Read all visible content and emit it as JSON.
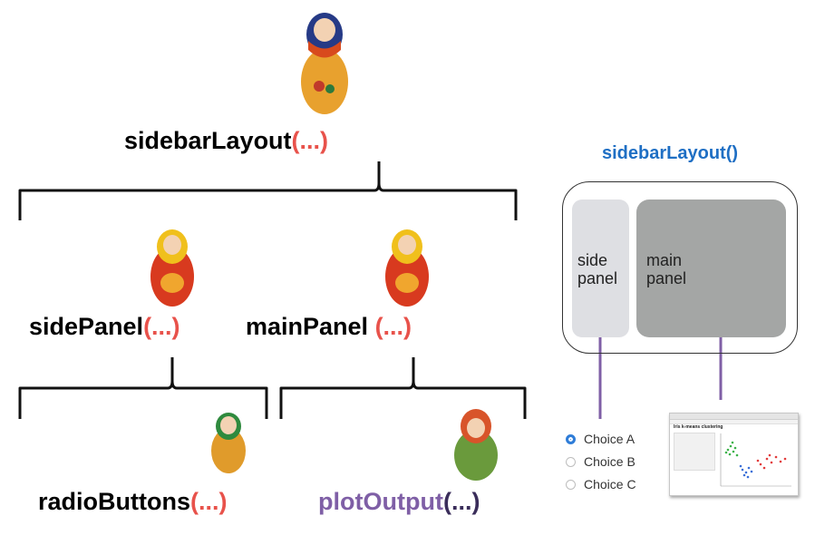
{
  "tree": {
    "root": {
      "name": "sidebarLayout",
      "paren": "(...)"
    },
    "left": {
      "name": "sidePanel",
      "paren": "(...)"
    },
    "right": {
      "name": "mainPanel ",
      "paren": "(...)"
    },
    "leaf_left": {
      "name": "radioButtons",
      "paren": "(...)"
    },
    "leaf_right": {
      "name": "plotOutput",
      "paren": "(...)"
    }
  },
  "layout_example": {
    "title": "sidebarLayout()",
    "side_label": "side\npanel",
    "main_label": "main\npanel",
    "radio_options": [
      {
        "label": "Choice A",
        "selected": true
      },
      {
        "label": "Choice B",
        "selected": false
      },
      {
        "label": "Choice C",
        "selected": false
      }
    ],
    "thumbnail_title": "Iris k-means clustering"
  },
  "colors": {
    "paren": "#e8524b",
    "plot": "#7f5fa6",
    "title": "#1f6fc4",
    "arrow": "#7f5fa6"
  },
  "icons": [
    "nesting-doll-large",
    "nesting-doll-medium",
    "nesting-doll-medium",
    "nesting-doll-small",
    "nesting-doll-small"
  ]
}
